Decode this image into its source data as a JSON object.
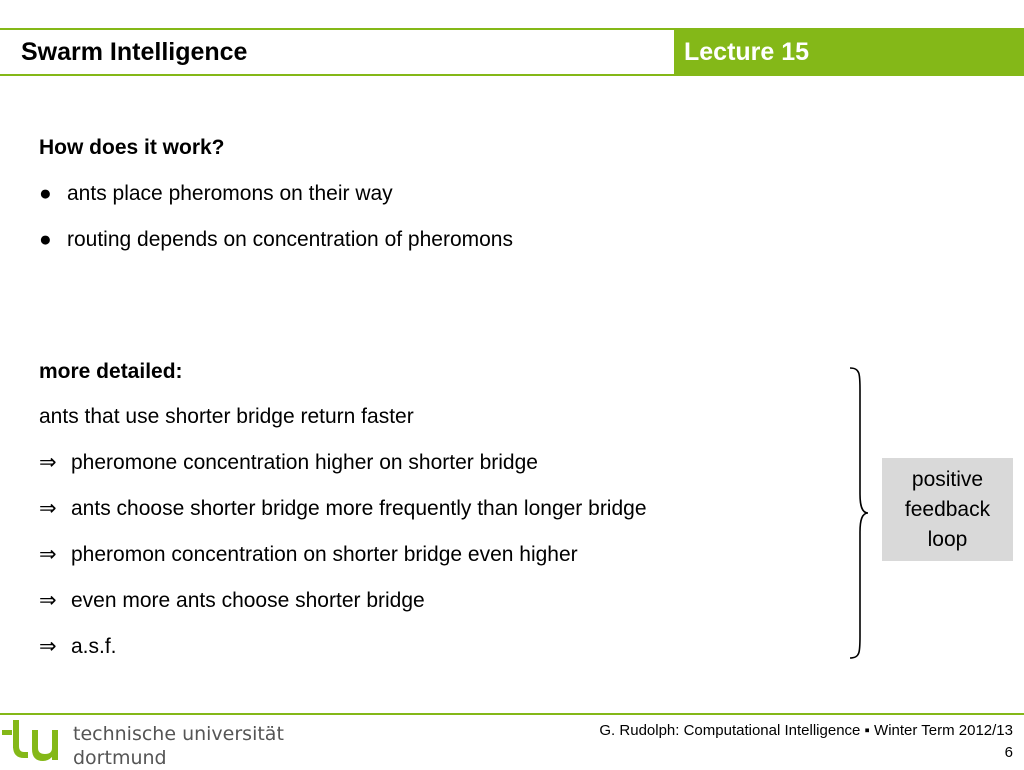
{
  "header": {
    "title": "Swarm Intelligence",
    "lecture": "Lecture 15"
  },
  "section1": {
    "heading": "How does it work?",
    "bullet_symbol": "●",
    "bullets": [
      "ants place pheromons on their way",
      "routing depends on concentration of pheromons"
    ]
  },
  "section2": {
    "heading": "more detailed:",
    "intro": "ants that use shorter bridge return faster",
    "arrow_symbol": "⇒",
    "steps": [
      "pheromone concentration higher on shorter bridge",
      "ants choose shorter bridge more frequently than longer bridge",
      "pheromon concentration on shorter bridge even higher",
      "even more ants choose shorter bridge",
      "a.s.f."
    ]
  },
  "feedback_box": {
    "lines": [
      "positive",
      "feedback",
      "loop"
    ]
  },
  "footer": {
    "university_line1": "technische universität",
    "university_line2": "dortmund",
    "credit": "G. Rudolph: Computational Intelligence ▪ Winter Term 2012/13",
    "page": "6"
  },
  "colors": {
    "accent": "#84b818",
    "box": "#d9d9d9"
  },
  "icons": {
    "logo": "tu-dortmund-logo-icon",
    "brace": "curly-brace-icon"
  }
}
